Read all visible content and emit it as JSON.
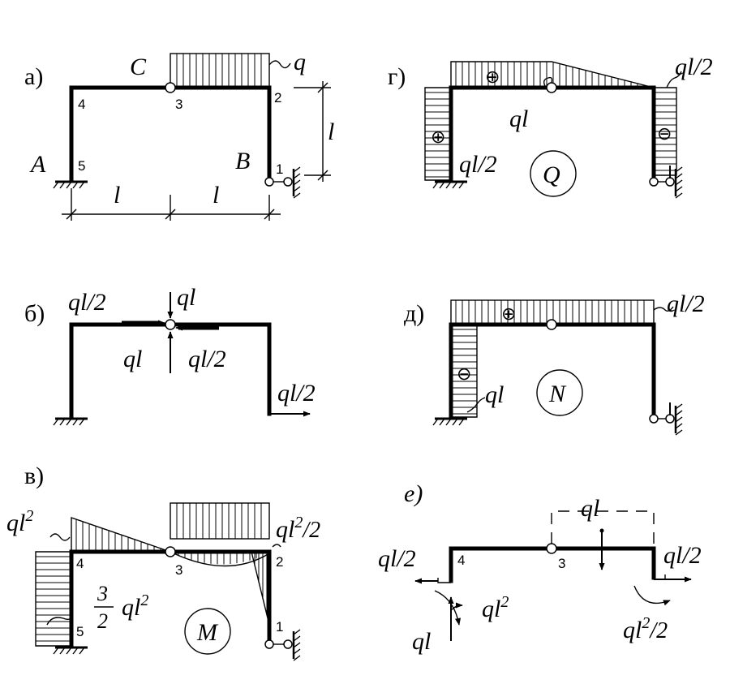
{
  "panels": {
    "a": {
      "tag": "а)",
      "point_c": "C",
      "point_a": "A",
      "point_b": "B",
      "load": "q",
      "height": "l",
      "span1": "l",
      "span2": "l",
      "nodes": [
        "1",
        "2",
        "3",
        "4",
        "5"
      ]
    },
    "b": {
      "tag": "б)",
      "top_left": "ql/2",
      "top_right": "ql",
      "bottom_left": "ql",
      "bottom_right": "ql/2",
      "support": "ql/2"
    },
    "v": {
      "tag": "в)",
      "left_top": "ql",
      "left_top_exp": "2",
      "right_top": "ql",
      "right_top_exp": "2",
      "right_top_tail": "/2",
      "frac_num": "3",
      "frac_den": "2",
      "frac_tail": "ql",
      "frac_exp": "2",
      "diagram": "M",
      "nodes": [
        "1",
        "2",
        "3",
        "4",
        "5"
      ]
    },
    "g": {
      "tag": "г)",
      "top_right": "ql/2",
      "mid": "ql",
      "left_bottom": "ql/2",
      "diagram": "Q",
      "plus": "⊕",
      "minus": "⊖"
    },
    "d": {
      "tag": "д)",
      "top_right": "ql/2",
      "left": "ql",
      "diagram": "N",
      "plus": "⊕",
      "minus": "⊖"
    },
    "e": {
      "tag": "е)",
      "top": "ql",
      "left": "ql/2",
      "right": "ql/2",
      "moment_left": "ql",
      "moment_left_exp": "2",
      "moment_right": "ql",
      "moment_right_exp": "2",
      "moment_right_tail": "/2",
      "bottom_left": "ql",
      "nodes": [
        "3",
        "4"
      ]
    }
  }
}
